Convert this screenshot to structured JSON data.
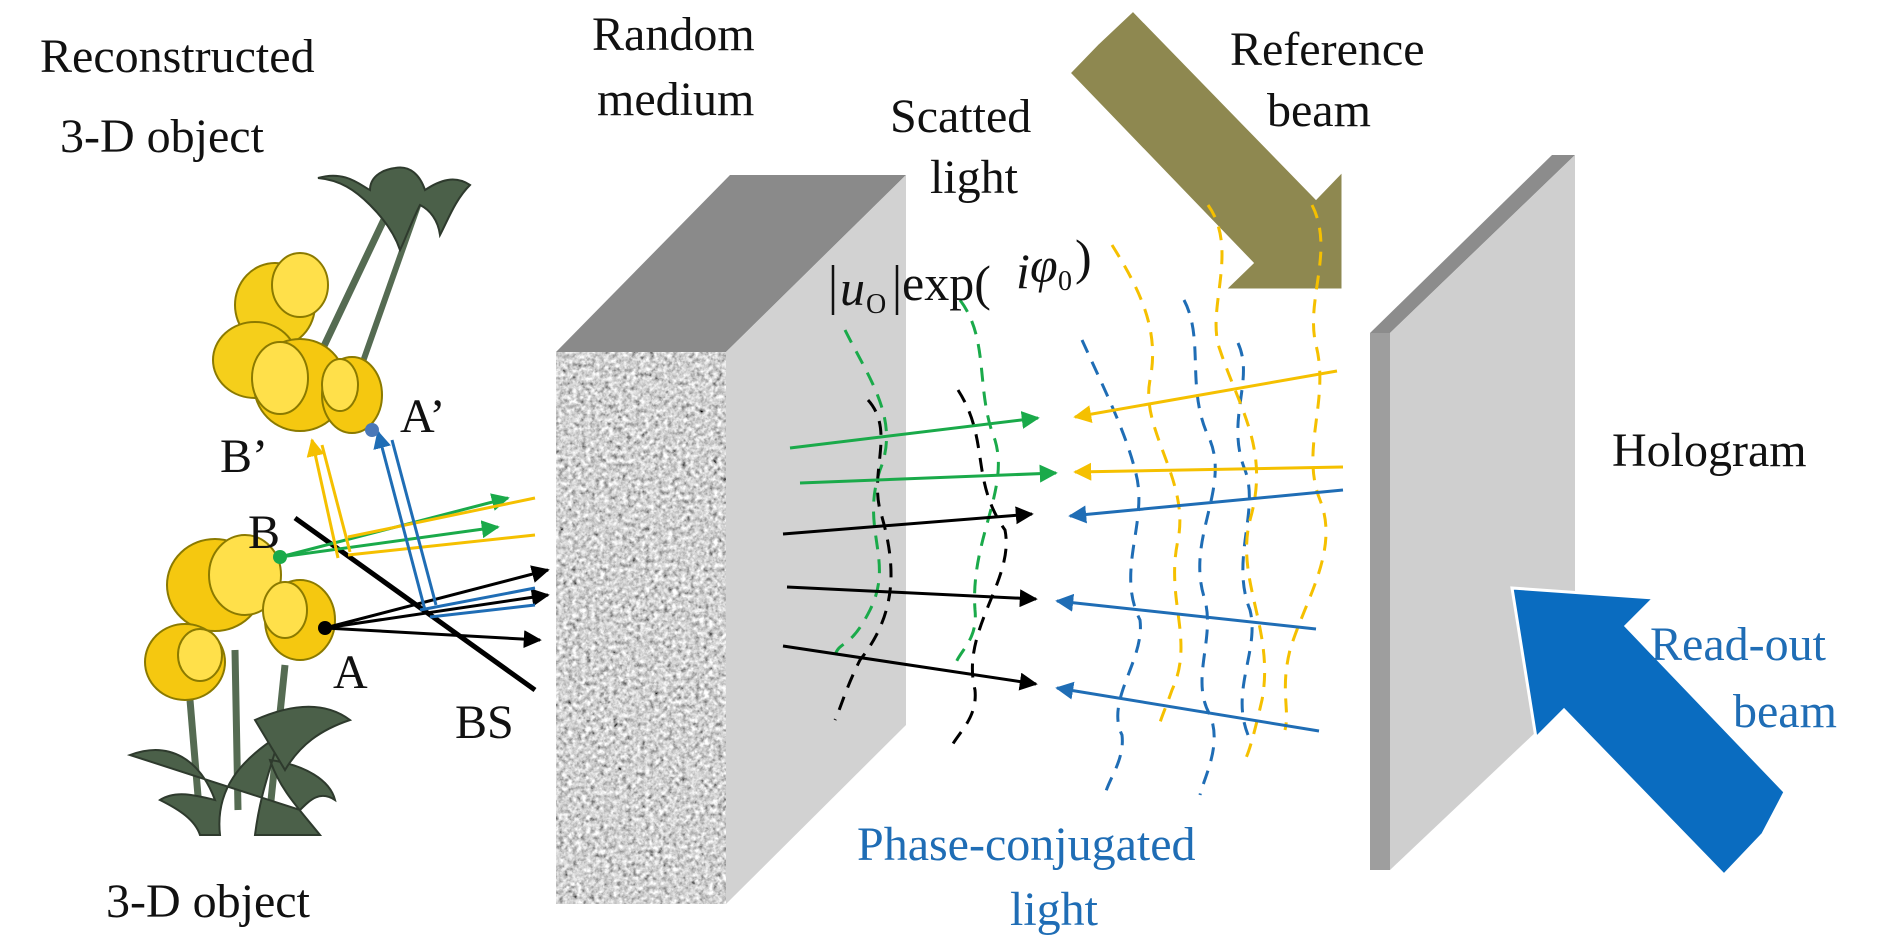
{
  "labels": {
    "reconstructed_line1": "Reconstructed",
    "reconstructed_line2": "3-D object",
    "object": "3-D object",
    "random_line1": "Random",
    "random_line2": "medium",
    "scatted_line1": "Scatted",
    "scatted_line2": "light",
    "reference_line1": "Reference",
    "reference_line2": "beam",
    "hologram": "Hologram",
    "readout_line1": "Read-out",
    "readout_line2": "beam",
    "phase_line1": "Phase-conjugated",
    "phase_line2": "light",
    "point_a": "A",
    "point_a_prime": "A’",
    "point_b": "B",
    "point_b_prime": "B’",
    "beam_splitter": "BS"
  },
  "formula": {
    "u": "u",
    "u_sub": "O",
    "exp_open": "exp(",
    "i": "i",
    "phi": "φ",
    "phi_sub": "0",
    "close": ")"
  },
  "colors": {
    "green": "#1aaa4a",
    "yellow": "#f5c000",
    "blue": "#1f6db5",
    "black": "#000000",
    "reference_beam": "#8e8850",
    "readout_beam": "#0a6cc0",
    "label_blue": "#1f6db5",
    "slab_top": "#8a8a8a",
    "slab_side": "#d2d2d2"
  }
}
